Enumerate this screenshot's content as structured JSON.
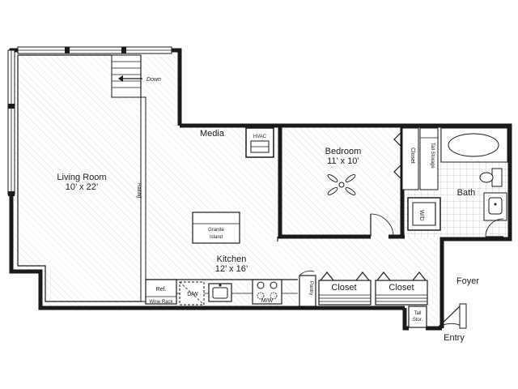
{
  "rooms": {
    "living_room": {
      "name": "Living Room",
      "size": "10’ x 22’"
    },
    "kitchen": {
      "name": "Kitchen",
      "size": "12’ x 16’"
    },
    "bedroom": {
      "name": "Bedroom",
      "size": "11’ x 10’"
    },
    "media": {
      "name": "Media"
    },
    "bath": {
      "name": "Bath"
    },
    "foyer": {
      "name": "Foyer"
    },
    "entry": {
      "name": "Entry"
    }
  },
  "fixtures": {
    "down": "Down",
    "hvac": "HVAC",
    "railing": "Railing",
    "granite": "Granite",
    "island": "Island",
    "ref": "Ref.",
    "wine_rack": "Wine Rack",
    "dw": "D/W",
    "mw": "M/W",
    "pantry": "Pantry",
    "closet_1": "Closet",
    "closet_2": "Closet",
    "bedroom_closet": "Closet",
    "tall_storage": "Tall Storage",
    "wd": "W/D",
    "tall_stor_1": "Tall",
    "tall_stor_2": "Stor."
  },
  "colors": {
    "wall": "#1a1a1a",
    "floor_hatch": "#d8d8d8",
    "tile": "#bdbdbd"
  }
}
